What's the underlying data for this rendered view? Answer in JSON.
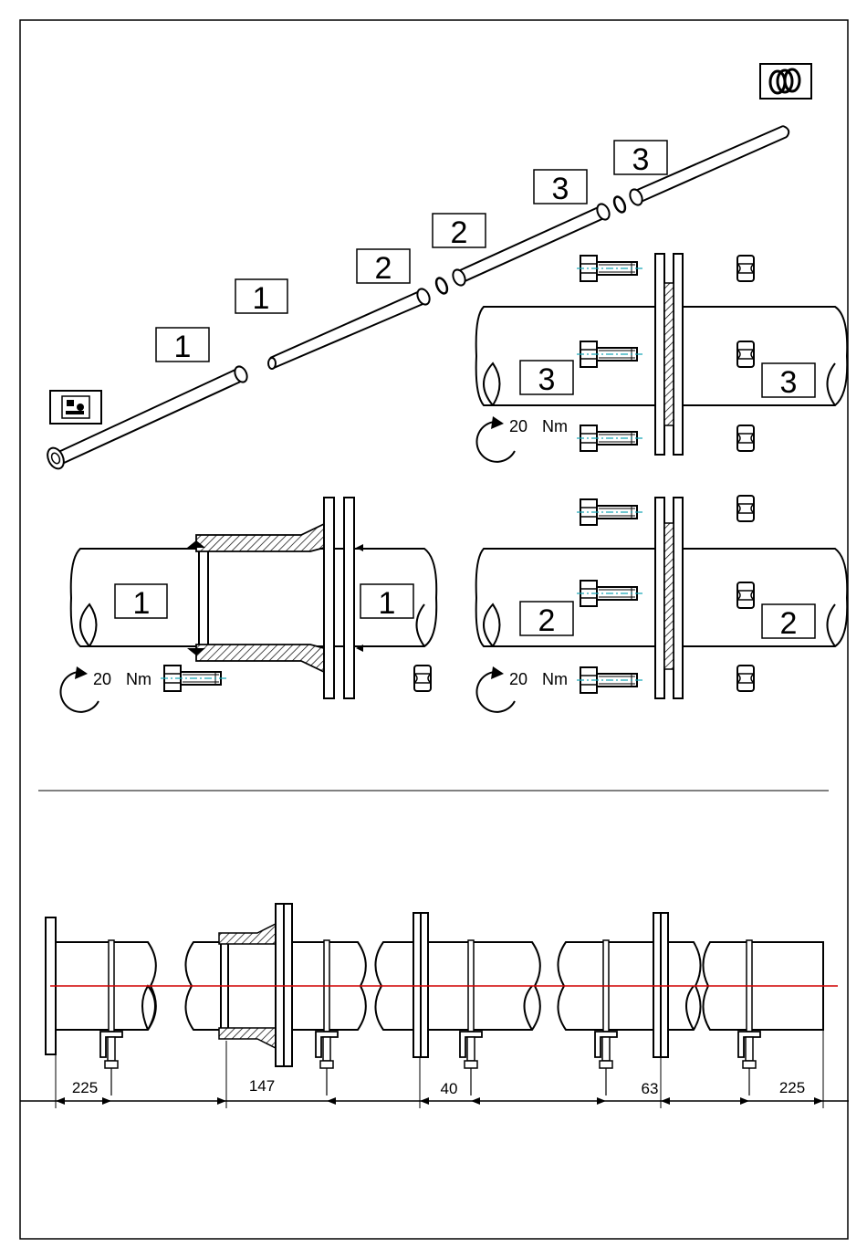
{
  "assembly_labels": {
    "pipe_1": "1",
    "pipe_2": "2",
    "pipe_3": "3"
  },
  "torque": {
    "value": "20",
    "unit": "Nm"
  },
  "dimensions": {
    "d1": "225",
    "d2": "147",
    "d3": "40",
    "d4": "63",
    "d5": "225"
  },
  "icons": {
    "toolbox": "toolbox-icon",
    "gaskets": "gasket-rings-icon"
  },
  "colors": {
    "line": "#000000",
    "centerline": "#d00000",
    "bolt_axis": "#1aa6b7"
  }
}
